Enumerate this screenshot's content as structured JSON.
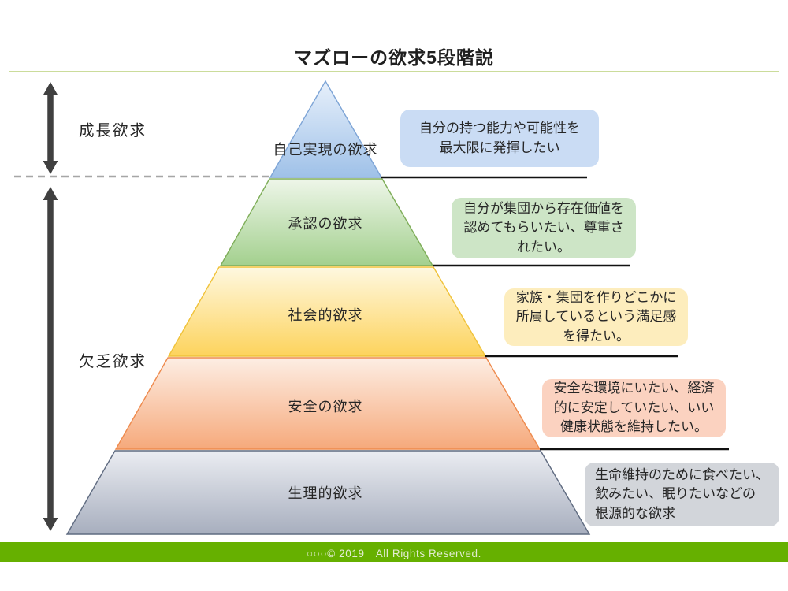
{
  "title": "マズローの欲求5段階説",
  "title_rule_color": "#cbdc9b",
  "arrow_color": "#404040",
  "side_labels": {
    "growth": "成長欲求",
    "deficiency": "欠乏欲求"
  },
  "pyramid": {
    "levels": [
      {
        "label": "自己実現の欲求",
        "callout": "自分の持つ能力や可能性を\n最大限に発揮したい",
        "fill_top": "#e7f0fb",
        "fill_bottom": "#9fc1e8",
        "stroke": "#7da4d6",
        "callout_bg": "#cadcf4"
      },
      {
        "label": "承認の欲求",
        "callout": "自分が集団から存在価値を\n認めてもらいたい、尊重さ\nれたい。",
        "fill_top": "#eef6e9",
        "fill_bottom": "#a3d08e",
        "stroke": "#7ead58",
        "callout_bg": "#cde5c6"
      },
      {
        "label": "社会的欲求",
        "callout": "家族・集団を作りどこかに\n所属しているという満足感\nを得たい。",
        "fill_top": "#fef8e0",
        "fill_bottom": "#fdd35c",
        "stroke": "#f0c239",
        "callout_bg": "#fdedbd"
      },
      {
        "label": "安全の欲求",
        "callout": "安全な環境にいたい、経済\n的に安定していたい、いい\n健康状態を維持したい。",
        "fill_top": "#fdeee4",
        "fill_bottom": "#f6a97b",
        "stroke": "#ee8a4d",
        "callout_bg": "#fbd2c0"
      },
      {
        "label": "生理的欲求",
        "callout": "生命維持のために食べたい、\n飲みたい、眠りたいなどの\n根源的な欲求",
        "fill_top": "#ebedf2",
        "fill_bottom": "#a7aebe",
        "stroke": "#5f6b80",
        "callout_bg": "#d2d5da"
      }
    ]
  },
  "footer": {
    "text": "○○○© 2019　All Rights Reserved.",
    "bg": "#66b000"
  }
}
